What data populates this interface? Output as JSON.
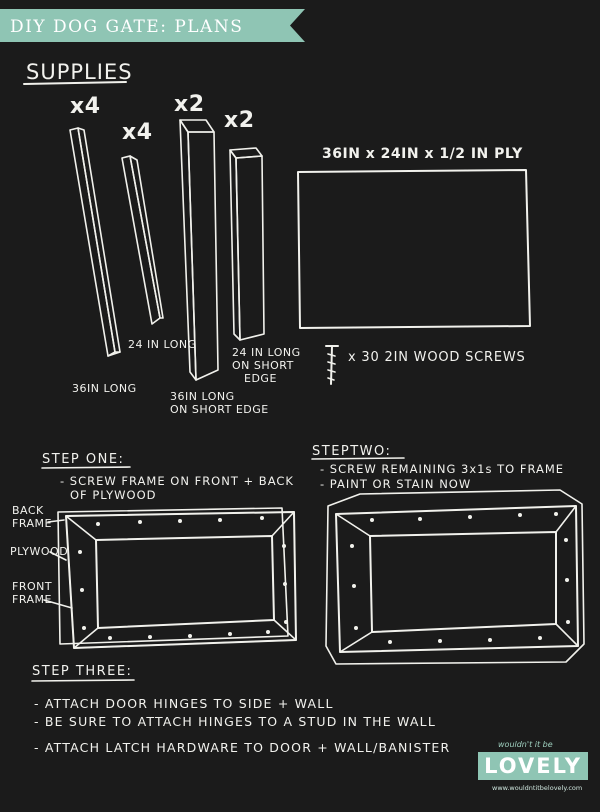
{
  "banner": {
    "title": "DIY DOG GATE: PLANS",
    "color": "#8fc5b4"
  },
  "supplies": {
    "heading": "SUPPLIES",
    "items": [
      {
        "qty": "x4",
        "label": "36IN LONG"
      },
      {
        "qty": "x4",
        "label": "24 IN LONG"
      },
      {
        "qty": "x2",
        "label_1": "36IN LONG",
        "label_2": "ON SHORT EDGE"
      },
      {
        "qty": "x2",
        "label_1": "24 IN LONG",
        "label_2": "ON SHORT",
        "label_3": "EDGE"
      }
    ],
    "plywood_label": "36IN x 24IN x 1/2 IN PLY",
    "screws_label": "x 30 2IN WOOD SCREWS"
  },
  "step_one": {
    "heading": "STEP ONE:",
    "items": [
      "- SCREW FRAME ON FRONT + BACK",
      "OF PLYWOOD"
    ],
    "labels": {
      "back": [
        "BACK",
        "FRAME"
      ],
      "ply": "PLYWOOD",
      "front": [
        "FRONT",
        "FRAME"
      ]
    }
  },
  "step_two": {
    "heading": "STEPTWO:",
    "items": [
      "- SCREW REMAINING 3x1s TO FRAME",
      "- PAINT OR STAIN NOW"
    ]
  },
  "step_three": {
    "heading": "STEP THREE:",
    "items": [
      "- ATTACH DOOR HINGES TO SIDE + WALL",
      "- BE SURE TO ATTACH HINGES TO A STUD IN THE WALL",
      "- ATTACH LATCH HARDWARE TO DOOR + WALL/BANISTER"
    ]
  },
  "logo": {
    "script": "wouldn't it be",
    "word": "LOVELY",
    "url": "www.wouldntitbelovely.com"
  }
}
